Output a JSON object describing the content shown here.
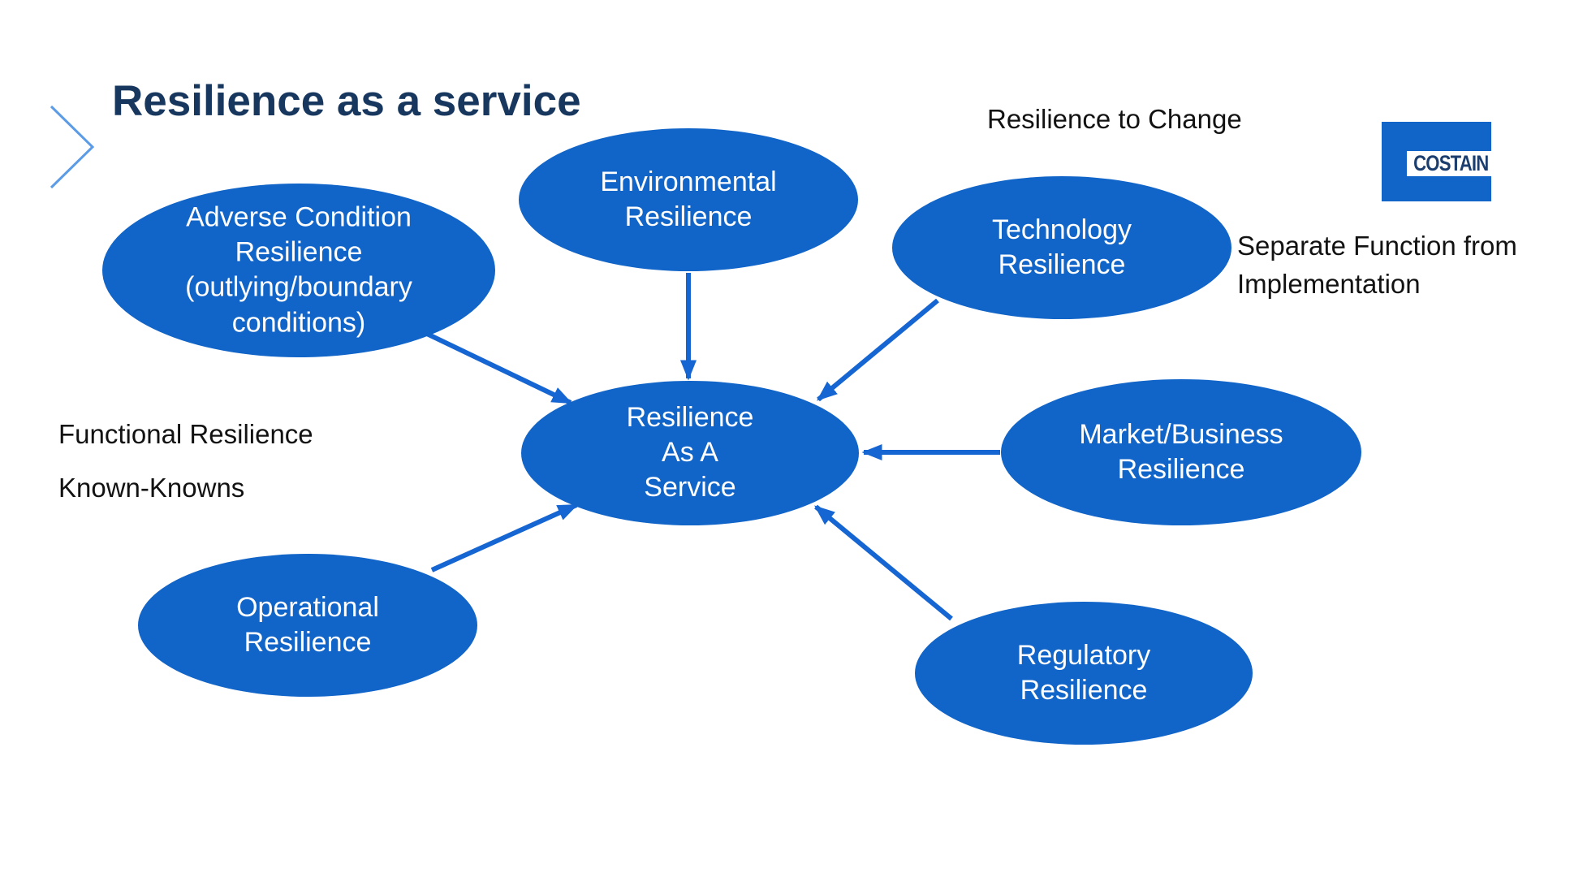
{
  "slide": {
    "title": "Resilience as a service",
    "logo_text": "COSTAIN"
  },
  "diagram": {
    "center": {
      "id": "resilience-as-a-service",
      "label": "Resilience\nAs A\nService"
    },
    "nodes": [
      {
        "id": "adverse-condition",
        "label": "Adverse Condition\nResilience\n(outlying/boundary\nconditions)"
      },
      {
        "id": "environmental",
        "label": "Environmental\nResilience"
      },
      {
        "id": "technology",
        "label": "Technology\nResilience"
      },
      {
        "id": "market-business",
        "label": "Market/Business\nResilience"
      },
      {
        "id": "operational",
        "label": "Operational\nResilience"
      },
      {
        "id": "regulatory",
        "label": "Regulatory\nResilience"
      }
    ],
    "annotations": [
      {
        "id": "resilience-to-change",
        "text": "Resilience to Change"
      },
      {
        "id": "separate-function",
        "text": "Separate Function from\nImplementation"
      },
      {
        "id": "functional-resilience",
        "text": "Functional Resilience"
      },
      {
        "id": "known-knowns",
        "text": "Known-Knowns"
      }
    ],
    "arrows": [
      {
        "from": "adverse-condition",
        "to": "resilience-as-a-service"
      },
      {
        "from": "environmental",
        "to": "resilience-as-a-service"
      },
      {
        "from": "technology",
        "to": "resilience-as-a-service"
      },
      {
        "from": "market-business",
        "to": "resilience-as-a-service"
      },
      {
        "from": "operational",
        "to": "resilience-as-a-service"
      },
      {
        "from": "regulatory",
        "to": "resilience-as-a-service"
      }
    ]
  },
  "colors": {
    "node_fill": "#1164C8",
    "node_text": "#FFFFFF",
    "arrow": "#1565D2",
    "title_text": "#17375E",
    "annotation_text": "#121212",
    "chevron": "#5C9CE6",
    "logo_blue": "#1164C8",
    "logo_text": "#1C3E6E",
    "background": "#FFFFFF"
  }
}
